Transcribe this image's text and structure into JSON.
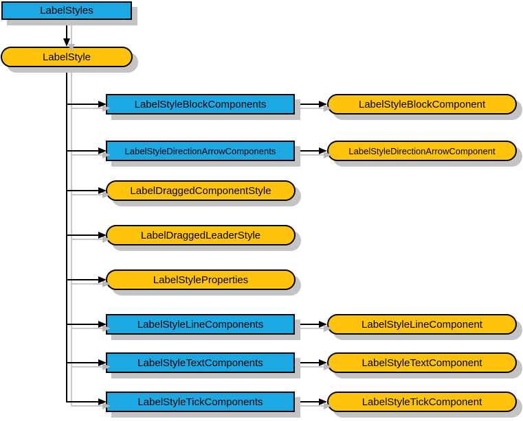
{
  "diagram": {
    "colors": {
      "element_fill": "#1BA8E3",
      "type_fill": "#FFC30B",
      "shadow": "#C4C4C4",
      "shadow_line": "#C9C9C9",
      "shadow_arrow": "#B9B9B9",
      "connector": "#000000"
    },
    "root": {
      "label": "LabelStyles"
    },
    "parent": {
      "label": "LabelStyle"
    },
    "rows": [
      {
        "label": "LabelStyleBlockComponents",
        "child_label": "LabelStyleBlockComponent"
      },
      {
        "label": "LabelStyleDirectionArrowComponents",
        "child_label": "LabelStyleDirectionArrowComponent"
      },
      {
        "label": "LabelDraggedComponentStyle"
      },
      {
        "label": "LabelDraggedLeaderStyle"
      },
      {
        "label": "LabelStyleProperties"
      },
      {
        "label": "LabelStyleLineComponents",
        "child_label": "LabelStyleLineComponent"
      },
      {
        "label": "LabelStyleTextComponents",
        "child_label": "LabelStyleTextComponent"
      },
      {
        "label": "LabelStyleTickComponents",
        "child_label": "LabelStyleTickComponent"
      }
    ]
  }
}
